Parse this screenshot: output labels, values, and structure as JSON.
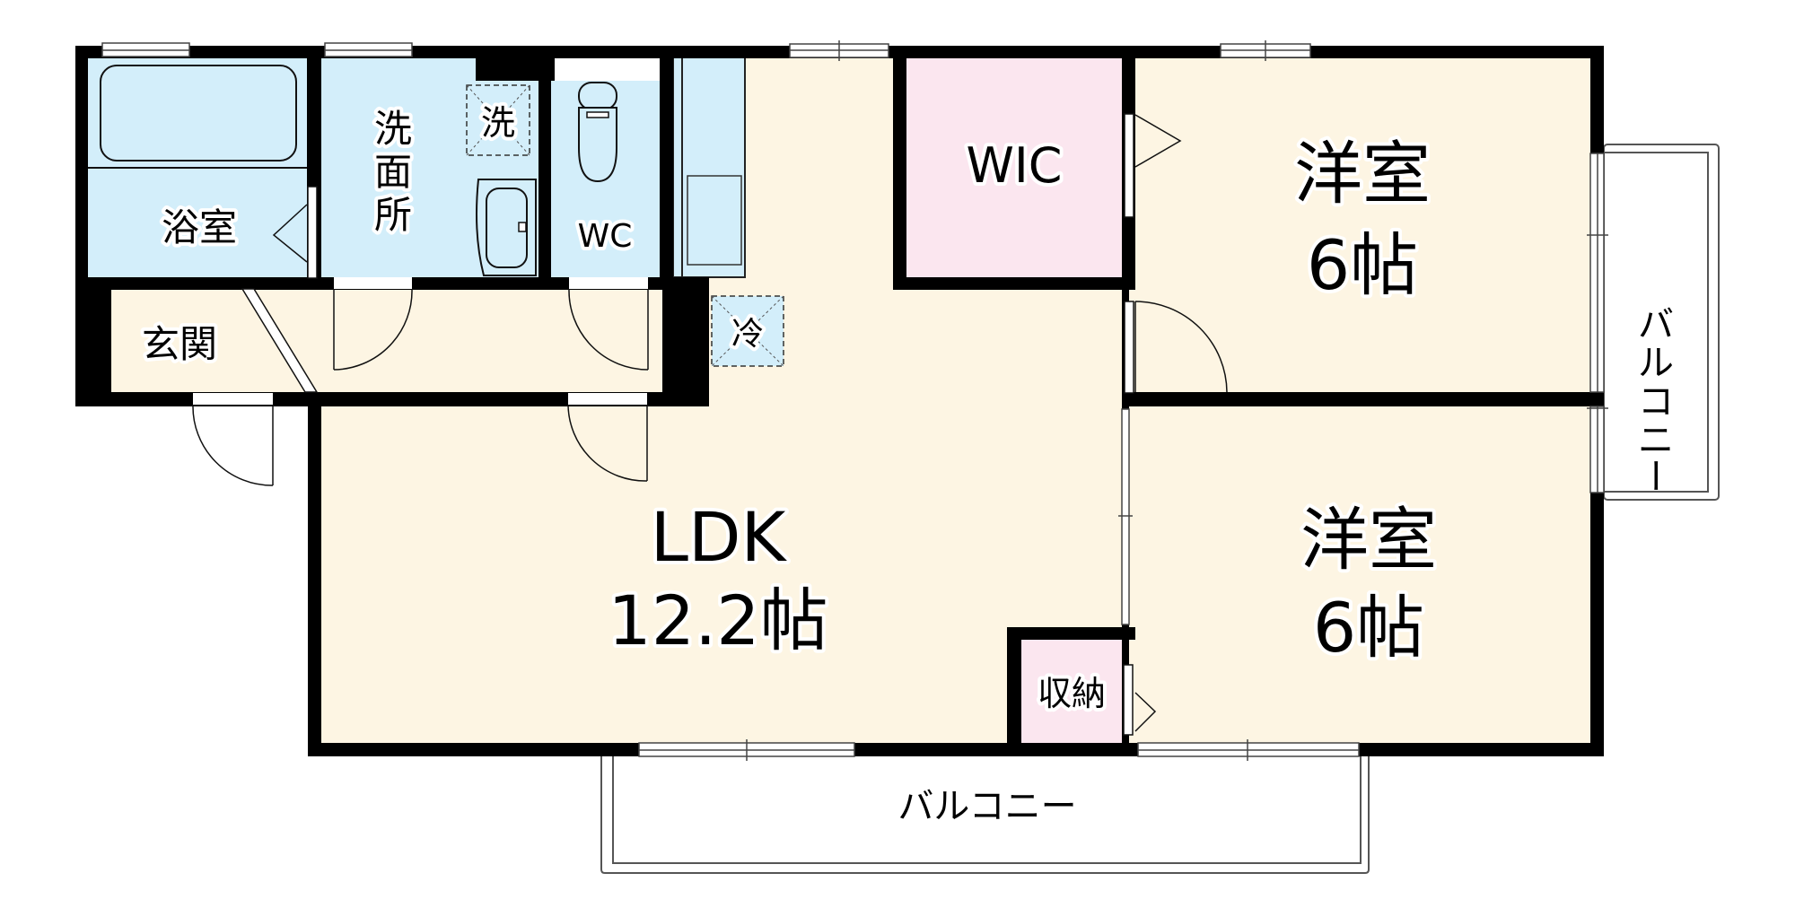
{
  "colors": {
    "wet_area": "#d3eefa",
    "living_area": "#fdf5e3",
    "storage_area": "#fbe6ef",
    "wall": "#000000",
    "background": "#ffffff"
  },
  "rooms": {
    "bath": {
      "label": "浴室"
    },
    "washroom": {
      "label_chars": [
        "洗",
        "面",
        "所"
      ]
    },
    "washer_space": {
      "label": "洗"
    },
    "toilet": {
      "label": "WC"
    },
    "entrance": {
      "label": "玄関"
    },
    "fridge_space": {
      "label": "冷"
    },
    "wic": {
      "label": "WIC"
    },
    "ldk": {
      "label": "LDK",
      "size": "12.2帖"
    },
    "western_room_1": {
      "label": "洋室",
      "size": "6帖"
    },
    "western_room_2": {
      "label": "洋室",
      "size": "6帖"
    },
    "storage": {
      "label": "収納"
    },
    "balcony_side": {
      "label_chars": [
        "バ",
        "ル",
        "コ",
        "ニ",
        "ー"
      ]
    },
    "balcony_bottom": {
      "label": "バルコニー"
    }
  }
}
